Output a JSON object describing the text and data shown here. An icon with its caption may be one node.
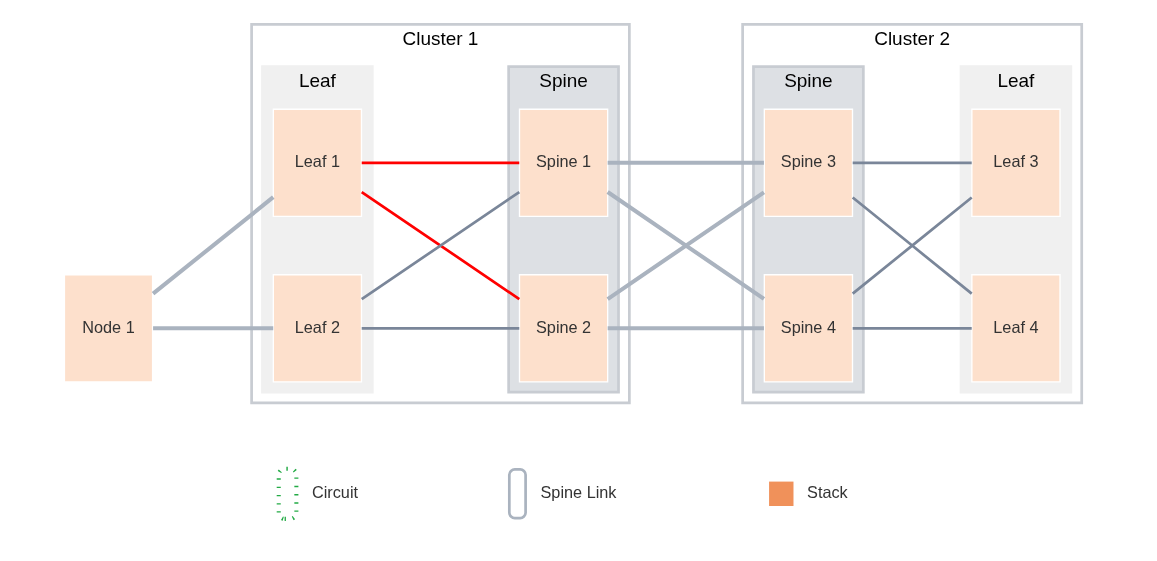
{
  "diagram": {
    "nodes": [
      {
        "text": [
          "Cluster 1"
        ]
      },
      {
        "text": [
          "Leaf"
        ],
        "in": 0
      },
      {
        "text": [
          "Spine"
        ],
        "in": 0
      },
      {
        "text": [
          "Leaf 1"
        ],
        "in": 1
      },
      {
        "text": [
          "Leaf 2"
        ],
        "in": 1
      },
      {
        "text": [
          "Spine 1"
        ],
        "in": 2
      },
      {
        "text": [
          "Spine 2"
        ],
        "in": 2
      },
      {
        "text": [
          "Cluster 2"
        ]
      },
      {
        "text": [
          "Spine"
        ],
        "in": 7
      },
      {
        "text": [
          "Leaf"
        ],
        "in": 7
      },
      {
        "text": [
          "Spine 3"
        ],
        "in": 8
      },
      {
        "text": [
          "Spine 4"
        ],
        "in": 8
      },
      {
        "text": [
          "Leaf 3"
        ],
        "in": 9
      },
      {
        "text": [
          "Leaf 4"
        ],
        "in": 9
      },
      {
        "text": [
          "Node 1"
        ]
      }
    ],
    "edges": [
      {
        "from": 14,
        "to": 3,
        "arrow": "none"
      },
      {
        "from": 14,
        "to": 4,
        "arrow": "none"
      },
      {
        "from": 3,
        "to": 5,
        "arrow": "none",
        "color": "#ff0000"
      },
      {
        "from": 3,
        "to": 6,
        "arrow": "none",
        "color": "#ff0000"
      },
      {
        "from": 4,
        "to": 5,
        "arrow": "none",
        "color": "#7a8699"
      },
      {
        "from": 4,
        "to": 6,
        "arrow": "none",
        "color": "#7a8699"
      },
      {
        "from": 5,
        "to": 10,
        "arrow": "none"
      },
      {
        "from": 5,
        "to": 11,
        "arrow": "none"
      },
      {
        "from": 6,
        "to": 10,
        "arrow": "none"
      },
      {
        "from": 6,
        "to": 11,
        "arrow": "none"
      },
      {
        "from": 10,
        "to": 12,
        "arrow": "none",
        "color": "#7a8699"
      },
      {
        "from": 10,
        "to": 13,
        "arrow": "none",
        "color": "#7a8699"
      },
      {
        "from": 11,
        "to": 12,
        "arrow": "none",
        "color": "#7a8699"
      },
      {
        "from": 11,
        "to": 13,
        "arrow": "none",
        "color": "#7a8699"
      }
    ],
    "legend": [
      {
        "text": "Circuit"
      },
      {
        "text": "Spine Link"
      },
      {
        "text": "Stack"
      }
    ]
  }
}
